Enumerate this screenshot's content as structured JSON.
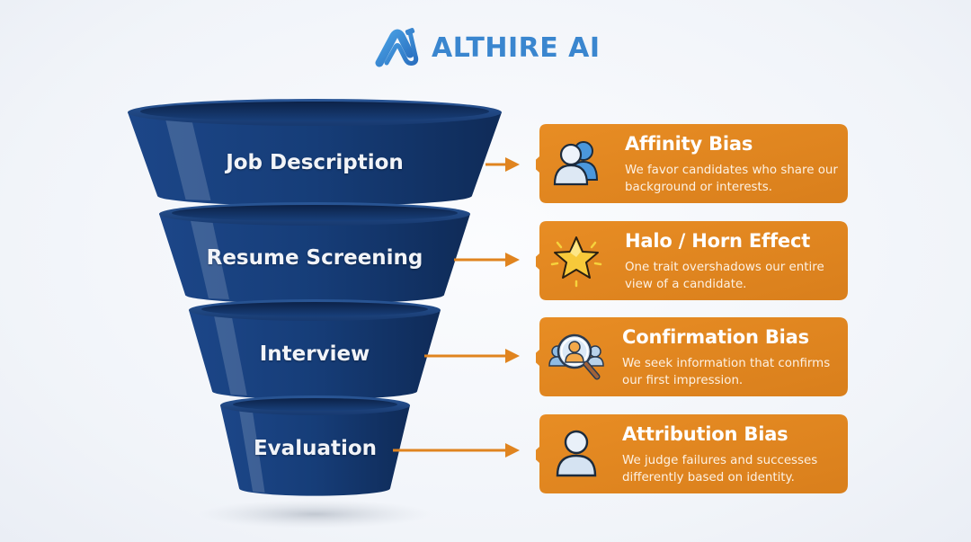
{
  "brand": {
    "name": "ALTHIRE AI",
    "logo_icon": "althire-logo-icon",
    "color": "#3a86cf"
  },
  "colors": {
    "funnel_blue": "#1a3f78",
    "funnel_blue_dark": "#0f2a55",
    "card_orange": "#e2851f",
    "arrow_orange": "#e0841f"
  },
  "funnel": {
    "stages": [
      {
        "label": "Job Description"
      },
      {
        "label": "Resume Screening"
      },
      {
        "label": "Interview"
      },
      {
        "label": "Evaluation"
      }
    ]
  },
  "biases": [
    {
      "stage": "Job Description",
      "icon": "people-group-icon",
      "title": "Affinity Bias",
      "description": "We favor candidates who share our background or interests."
    },
    {
      "stage": "Resume Screening",
      "icon": "star-icon",
      "title": "Halo / Horn Effect",
      "description": "One trait overshadows our entire view of a candidate."
    },
    {
      "stage": "Interview",
      "icon": "magnifier-people-icon",
      "title": "Confirmation Bias",
      "description": "We seek information that confirms our first impression."
    },
    {
      "stage": "Evaluation",
      "icon": "person-icon",
      "title": "Attribution Bias",
      "description": "We judge failures and successes differently based on identity."
    }
  ]
}
